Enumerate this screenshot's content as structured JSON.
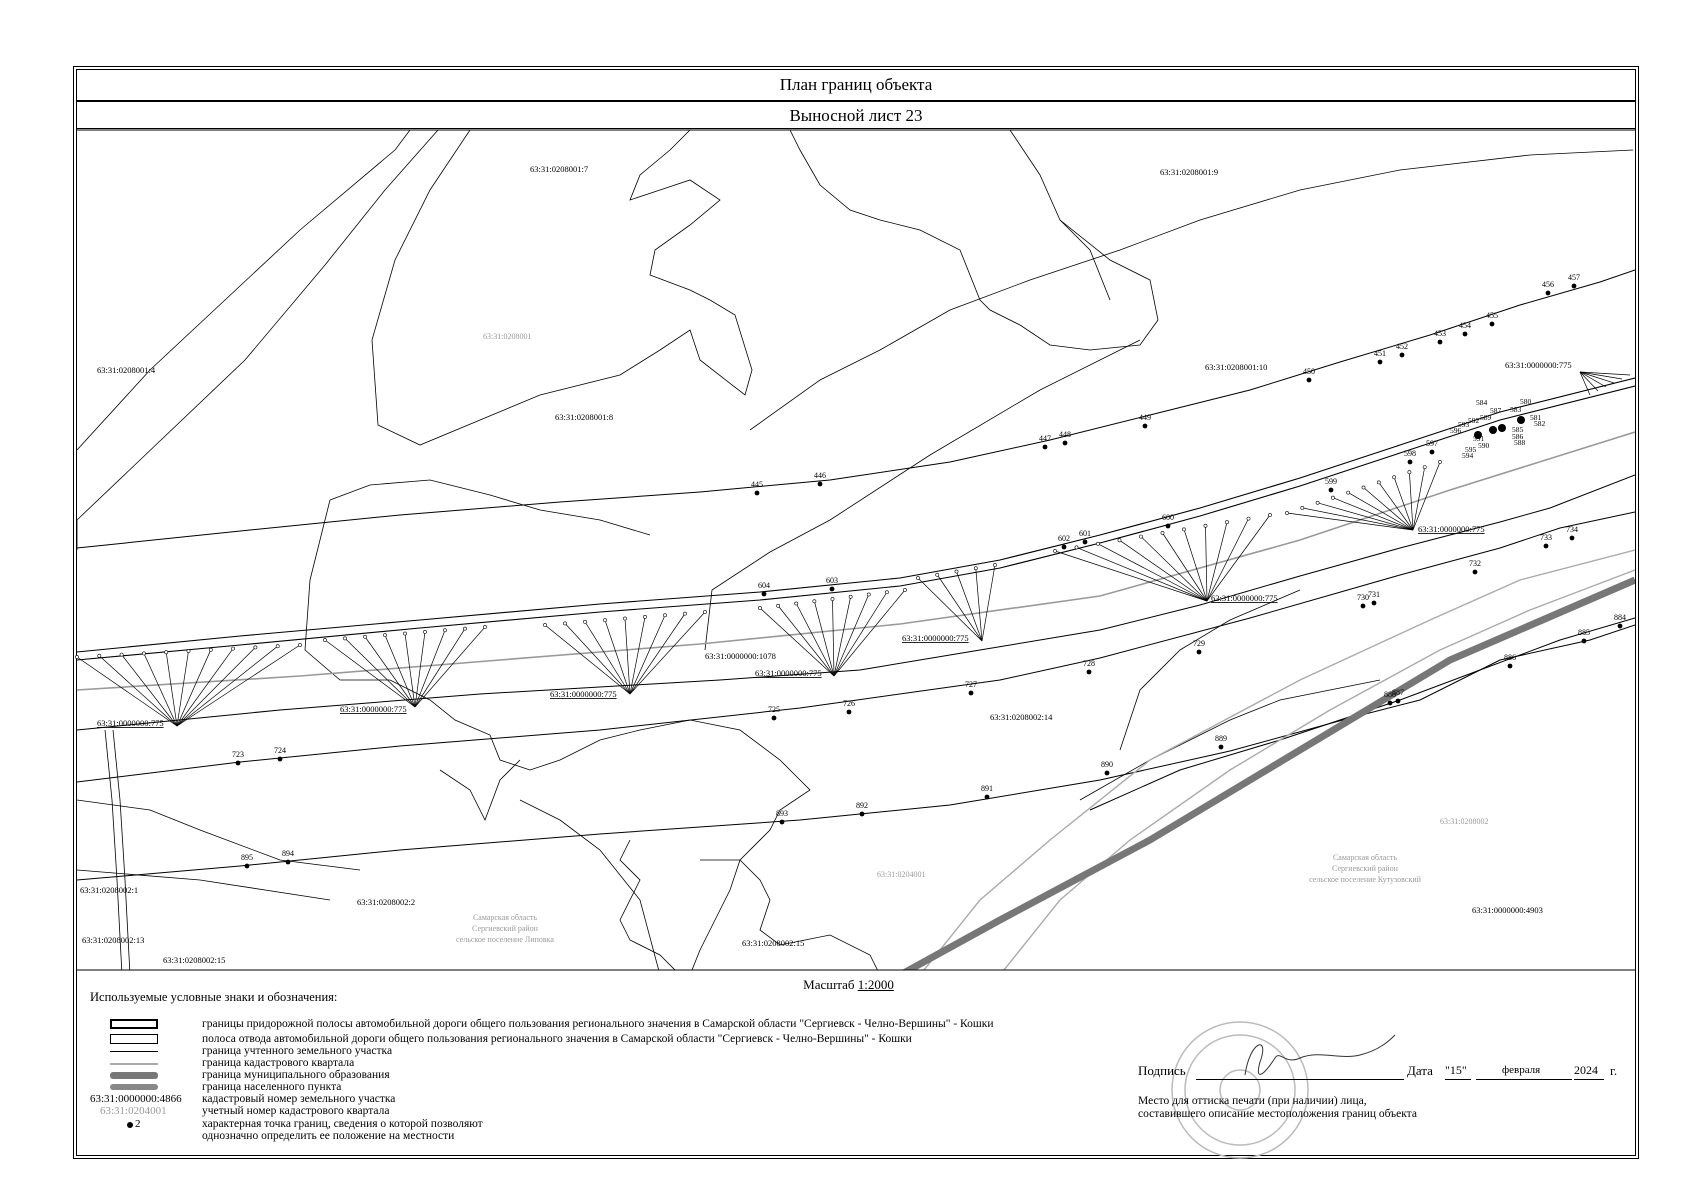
{
  "header": {
    "title": "План границ объекта",
    "sheet": "Выносной лист 23"
  },
  "colors": {
    "line": "#000000",
    "cadastral_quarter": "#555555",
    "municipal": "#777777",
    "settlement": "#888888",
    "gray_text": "#9a9a9a"
  },
  "map": {
    "parcel_labels": [
      "63:31:0208001:7",
      "63:31:0208001:9",
      "63:31:0208001:4",
      "63:31:0208001:8",
      "63:31:0208001:10",
      "63:31:0000000:775",
      "63:31:0000000:1078",
      "63:31:0208002:14",
      "63:31:0208002:1",
      "63:31:0208002:2",
      "63:31:0208002:13",
      "63:31:0208002:15",
      "63:31:0208002:15",
      "63:31:0000000:4903"
    ],
    "quarter_labels": [
      "63:31:0208001",
      "63:31:0208002",
      "63:31:0204001"
    ],
    "road_parcel_label": "63:31:0000000:775",
    "settlement_labels": [
      [
        "Самарская область",
        "Сергиевский район",
        "сельское поселение Липовка"
      ],
      [
        "Самарская область",
        "Сергиевский район",
        "сельское поселение Кутузовский"
      ]
    ],
    "points_upper": [
      "445",
      "446",
      "447",
      "448",
      "449",
      "450",
      "451",
      "452",
      "453",
      "454",
      "455",
      "456",
      "457"
    ],
    "points_middle": [
      "604",
      "603",
      "602",
      "601",
      "600",
      "599",
      "598",
      "597"
    ],
    "points_cluster": [
      "584",
      "580",
      "587",
      "583",
      "589",
      "592",
      "593",
      "596",
      "591",
      "590",
      "595",
      "594",
      "581",
      "582",
      "585",
      "586",
      "588"
    ],
    "points_lower": [
      "723",
      "724",
      "725",
      "726",
      "727",
      "728",
      "729",
      "730",
      "731",
      "732",
      "733",
      "734"
    ],
    "points_bottom": [
      "895",
      "894",
      "893",
      "892",
      "891",
      "890",
      "889",
      "888",
      "887",
      "886",
      "885",
      "884"
    ]
  },
  "scale": {
    "prefix": "Масштаб ",
    "value": "1:2000"
  },
  "legend": {
    "title": "Используемые условные знаки и обозначения:",
    "items": [
      "границы придорожной полосы автомобильной дороги общего пользования регионального значения в Самарской области \"Сергиевск - Челно-Вершины\" - Кошки",
      "полоса отвода автомобильной дороги общего пользования регионального значения в Самарской области \"Сергиевск - Челно-Вершины\" - Кошки",
      "граница учтенного земельного участка",
      "граница кадастрового квартала",
      "граница муниципального образования",
      "граница населенного пункта",
      "кадастровый номер земельного участка",
      "учетный номер кадастрового квартала",
      "характерная точка границ, сведения о которой позволяют",
      "однозначно определить ее положение на местности"
    ],
    "sample_parcel_number": "63:31:0000000:4866",
    "sample_quarter_number": "63:31:0204001",
    "sample_point_number": "2"
  },
  "signature": {
    "sign_label": "Подпись",
    "date_label": "Дата",
    "day": "\"15\"",
    "month": "февраля",
    "year": "2024",
    "year_suffix": "г.",
    "stamp_line1": "Место для оттиска печати (при наличии) лица,",
    "stamp_line2": "составившего описание местоположения границ объекта"
  }
}
